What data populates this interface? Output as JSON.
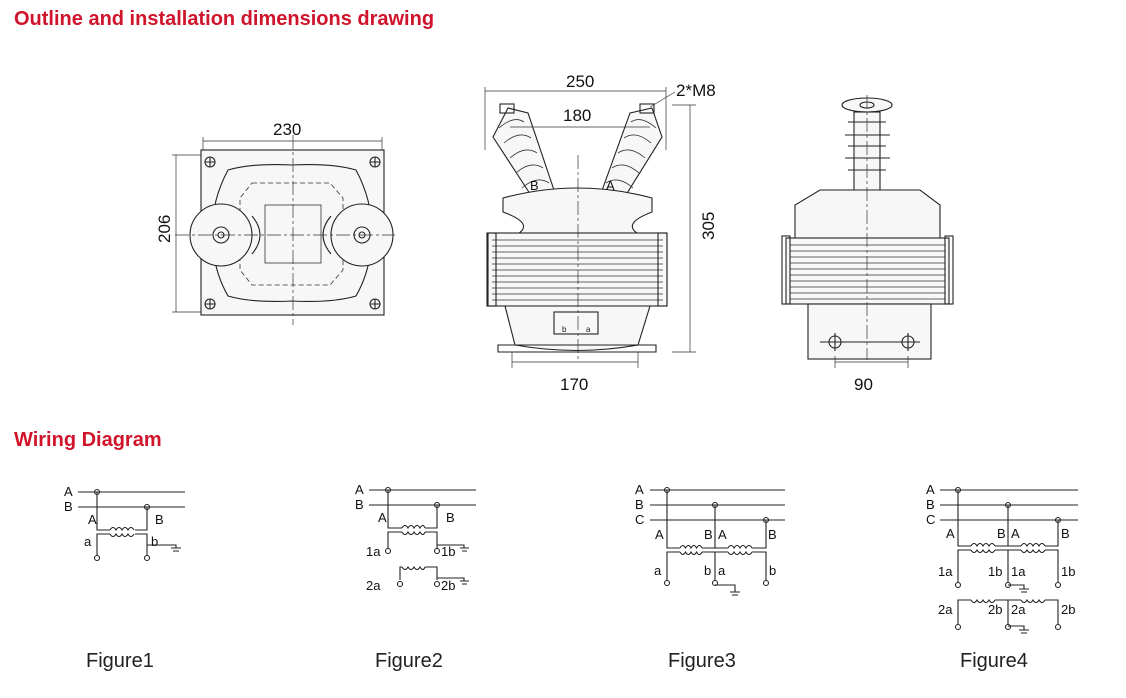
{
  "headings": {
    "outline": "Outline and installation dimensions drawing",
    "wiring": "Wiring Diagram"
  },
  "dimensions": {
    "top_view_width": "230",
    "top_view_height": "206",
    "front_width": "250",
    "front_inner": "180",
    "front_bolt": "2*M8",
    "front_height": "305",
    "front_base": "170",
    "side_base": "90",
    "terminal_b": "b",
    "terminal_a": "a",
    "bushing_b": "B",
    "bushing_a": "A"
  },
  "figures": [
    {
      "caption": "Figure1",
      "lines": [
        "A",
        "B"
      ],
      "primary": [
        "A",
        "B"
      ],
      "secondary": [
        "a",
        "b"
      ]
    },
    {
      "caption": "Figure2",
      "lines": [
        "A",
        "B"
      ],
      "primary": [
        "A",
        "B"
      ],
      "secondary": [
        "1a",
        "1b",
        "2a",
        "2b"
      ]
    },
    {
      "caption": "Figure3",
      "lines": [
        "A",
        "B",
        "C"
      ],
      "primary": [
        "A",
        "B",
        "A",
        "B"
      ],
      "secondary": [
        "a",
        "b",
        "a",
        "b"
      ]
    },
    {
      "caption": "Figure4",
      "lines": [
        "A",
        "B",
        "C"
      ],
      "primary": [
        "A",
        "B",
        "A",
        "B"
      ],
      "secondary": [
        "1a",
        "1b",
        "1a",
        "1b",
        "2a",
        "2b",
        "2a",
        "2b"
      ]
    }
  ]
}
